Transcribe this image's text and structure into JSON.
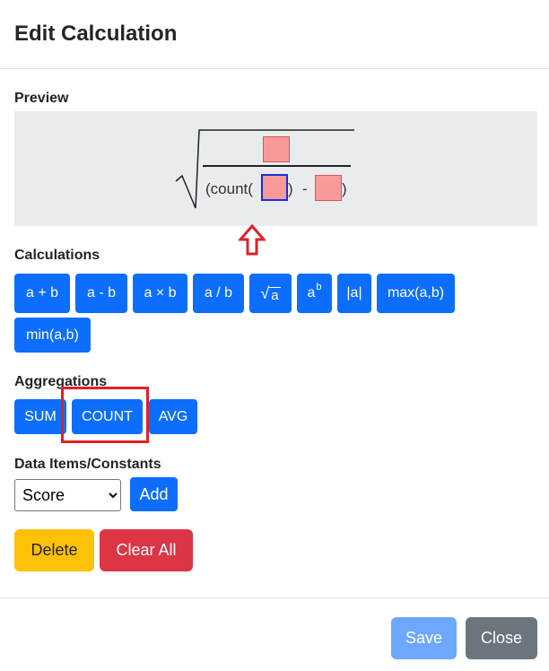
{
  "modal": {
    "title": "Edit Calculation"
  },
  "preview": {
    "label": "Preview",
    "count_open": "(count(",
    "close_paren": ")",
    "minus": "-",
    "final_paren": ")"
  },
  "calculations": {
    "label": "Calculations",
    "buttons": [
      "a + b",
      "a - b",
      "a × b",
      "a / b",
      "√a",
      "a^b",
      "|a|",
      "max(a,b)",
      "min(a,b)"
    ],
    "power_base": "a",
    "power_exp": "b",
    "sqrt_symbol": "√",
    "sqrt_arg": "a"
  },
  "aggregations": {
    "label": "Aggregations",
    "buttons": [
      "SUM",
      "COUNT",
      "AVG"
    ]
  },
  "data_items": {
    "label": "Data Items/Constants",
    "selected": "Score",
    "add_label": "Add"
  },
  "actions": {
    "delete_label": "Delete",
    "clear_all_label": "Clear All"
  },
  "footer": {
    "save_label": "Save",
    "close_label": "Close"
  },
  "colors": {
    "primary": "#0d6efd",
    "warning": "#ffc107",
    "danger": "#dc3545",
    "save_disabled": "#6ea8fe",
    "secondary": "#6c757d",
    "highlight": "#e0202a",
    "slot_fill": "#f99a9a"
  }
}
